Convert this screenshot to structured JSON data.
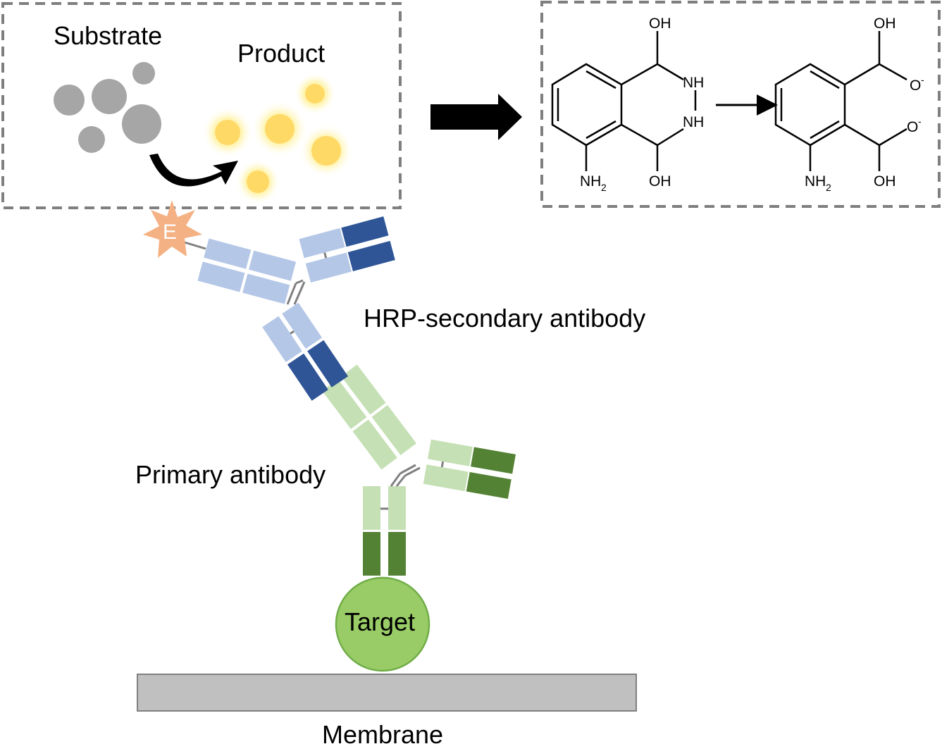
{
  "labels": {
    "substrate": "Substrate",
    "product": "Product",
    "hrp_secondary": "HRP-secondary antibody",
    "primary": "Primary antibody",
    "target": "Target",
    "membrane": "Membrane",
    "enzyme": "E"
  },
  "chem_labels": {
    "oh_top_left": "OH",
    "oh_bottom_left": "OH",
    "nh_upper": "NH",
    "nh_lower": "NH",
    "nh2_left": "NH",
    "nh2_left_sub": "2",
    "oh_top_right": "OH",
    "oh_bottom_right": "OH",
    "o_minus_upper": "O",
    "o_minus_upper_sup": "-",
    "o_minus_lower": "O",
    "o_minus_lower_sup": "-",
    "nh2_right": "NH",
    "nh2_right_sub": "2"
  },
  "colors": {
    "secondary_light": "#b4c7e7",
    "secondary_dark": "#2f5597",
    "primary_light": "#c5e0b4",
    "primary_dark": "#548235",
    "target": "#99cc66",
    "membrane": "#c0c0c0",
    "enzyme": "#f4b183",
    "substrate": "#a6a6a6",
    "product": "#ffd966",
    "frame": "#7f7f7f"
  }
}
